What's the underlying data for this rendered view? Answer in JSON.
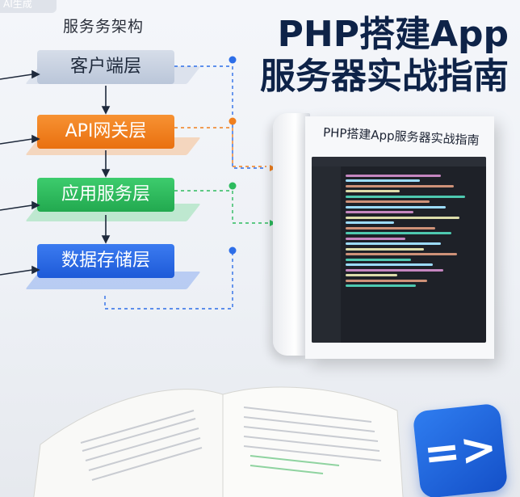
{
  "badge": "AI生成",
  "diagram": {
    "title": "服务务架构",
    "layers": [
      {
        "label": "客户端层",
        "color": "#c9d3e3"
      },
      {
        "label": "API网关层",
        "color": "#f07f1e"
      },
      {
        "label": "应用服务层",
        "color": "#2dbb5e"
      },
      {
        "label": "数据存储层",
        "color": "#2d6ee8"
      }
    ]
  },
  "headline": {
    "line1": "PHP搭建App",
    "line2": "服务器实战指南"
  },
  "book": {
    "cover_title": "PHP搭建App服务器实战指南"
  },
  "icon": {
    "glyph": "=>",
    "name": "code-arrow-icon"
  },
  "colors": {
    "navy": "#0e2348",
    "orange": "#f07f1e",
    "green": "#2dbb5e",
    "blue": "#2d6ee8",
    "grey": "#c9d3e3"
  }
}
